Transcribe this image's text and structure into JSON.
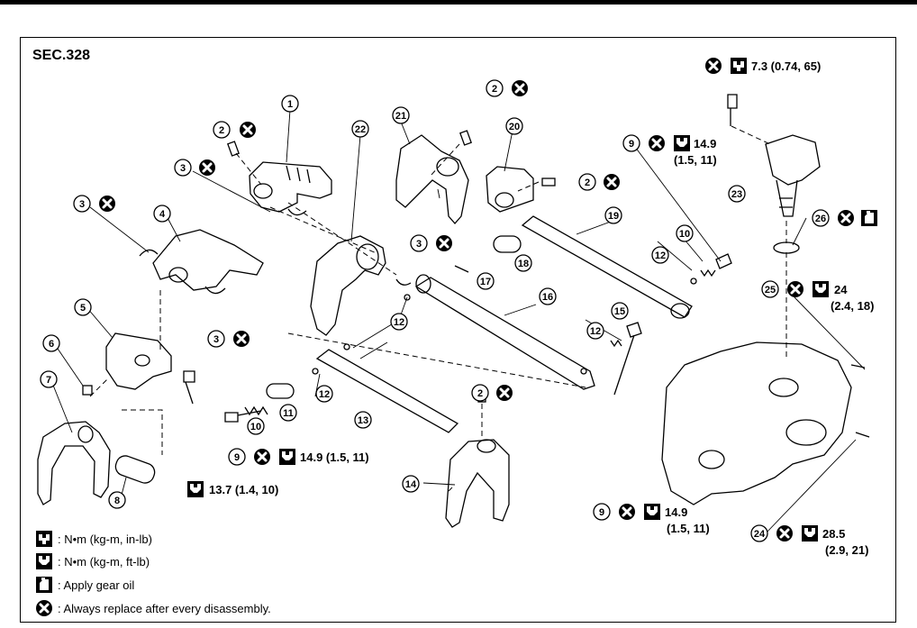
{
  "section": "SEC.328",
  "callouts": [
    "1",
    "2",
    "3",
    "4",
    "5",
    "6",
    "7",
    "8",
    "9",
    "10",
    "11",
    "12",
    "13",
    "14",
    "15",
    "16",
    "17",
    "18",
    "19",
    "20",
    "21",
    "22",
    "23",
    "24",
    "25",
    "26"
  ],
  "torques": {
    "t23": "7.3  (0.74,  65)",
    "t9a_main": "14.9",
    "t9a_sub": "(1.5,  11)",
    "t9b": "14.9  (1.5,  11)",
    "t9c_main": "14.9",
    "t9c_sub": "(1.5,  11)",
    "t5": "13.7  (1.4,  10)",
    "t25_main": "24",
    "t25_sub": "(2.4,  18)",
    "t24_main": "28.5",
    "t24_sub": "(2.9,  21)"
  },
  "legend": {
    "inlb": ":  N•m   (kg-m,   in-lb)",
    "ftlb": ":  N•m   (kg-m,   ft-lb)",
    "oil": ": Apply gear oil",
    "replace": ": Always replace after every disassembly."
  },
  "icons": [
    "replace-x-icon",
    "torque-wrench-inlb-icon",
    "torque-wrench-ftlb-icon",
    "gear-oil-icon"
  ]
}
